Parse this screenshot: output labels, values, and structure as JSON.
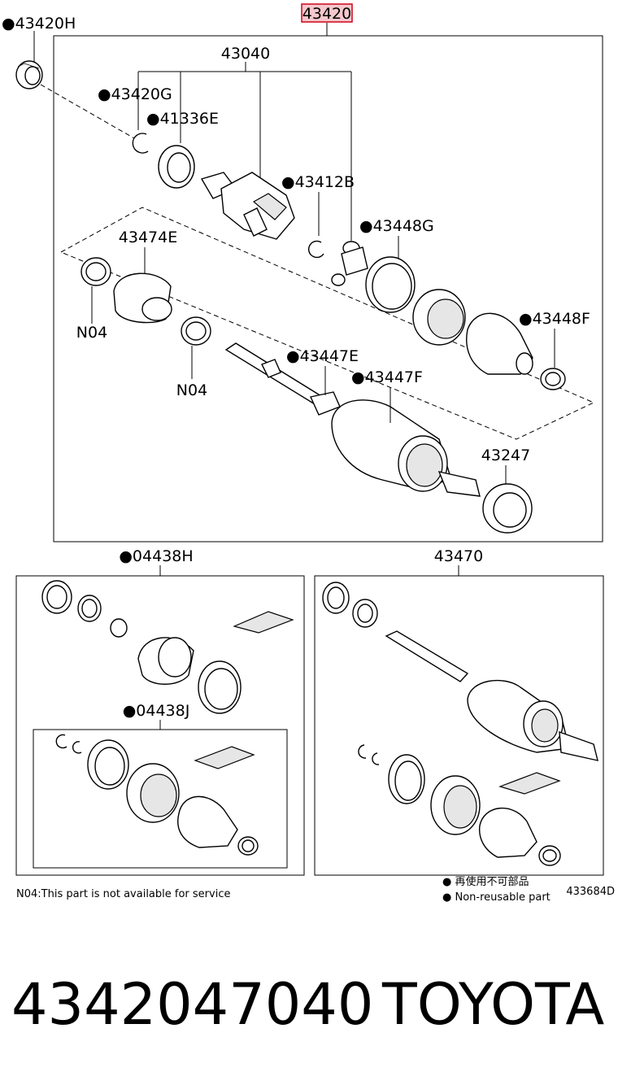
{
  "labels": {
    "main_assembly": "43420",
    "outer_bearing": "●43420H",
    "joint_assy": "43040",
    "snap_ring_g": "●43420G",
    "seal_e": "●41336E",
    "snap_ring_b": "●43412B",
    "ball_g": "●43448G",
    "damper": "43474E",
    "n04_a": "N04",
    "n04_b": "N04",
    "clamp_f": "●43448F",
    "clamp_e": "●43447E",
    "clamp_f2": "●43447F",
    "dust_seal": "43247",
    "boot_kit_h": "●04438H",
    "boot_kit_j": "●04438J",
    "shaft_assy": "43470"
  },
  "notes": {
    "n04_note": "N04:This part is not available for service",
    "legend_cn": "● 再使用不可部品",
    "legend_en": "● Non-reusable part",
    "diagram_code": "433684D"
  },
  "footer": {
    "part_number": "4342047040",
    "brand": "TOYOTA"
  },
  "colors": {
    "highlight_border": "#d0021b",
    "highlight_fill": "#f4c8cc",
    "line": "#000000"
  }
}
